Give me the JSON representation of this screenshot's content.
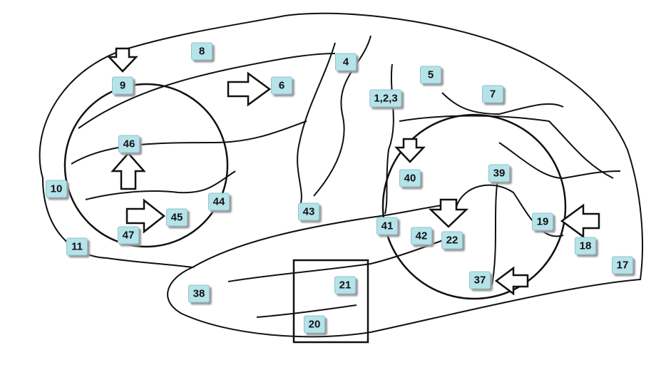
{
  "diagram": {
    "areas": [
      "8",
      "9",
      "4",
      "5",
      "6",
      "1,2,3",
      "7",
      "46",
      "40",
      "39",
      "10",
      "44",
      "43",
      "45",
      "41",
      "42",
      "22",
      "19",
      "18",
      "17",
      "11",
      "47",
      "37",
      "38",
      "21",
      "20"
    ]
  },
  "colors": {
    "label_fill": "#b6e3ea",
    "outline": "#111111"
  }
}
